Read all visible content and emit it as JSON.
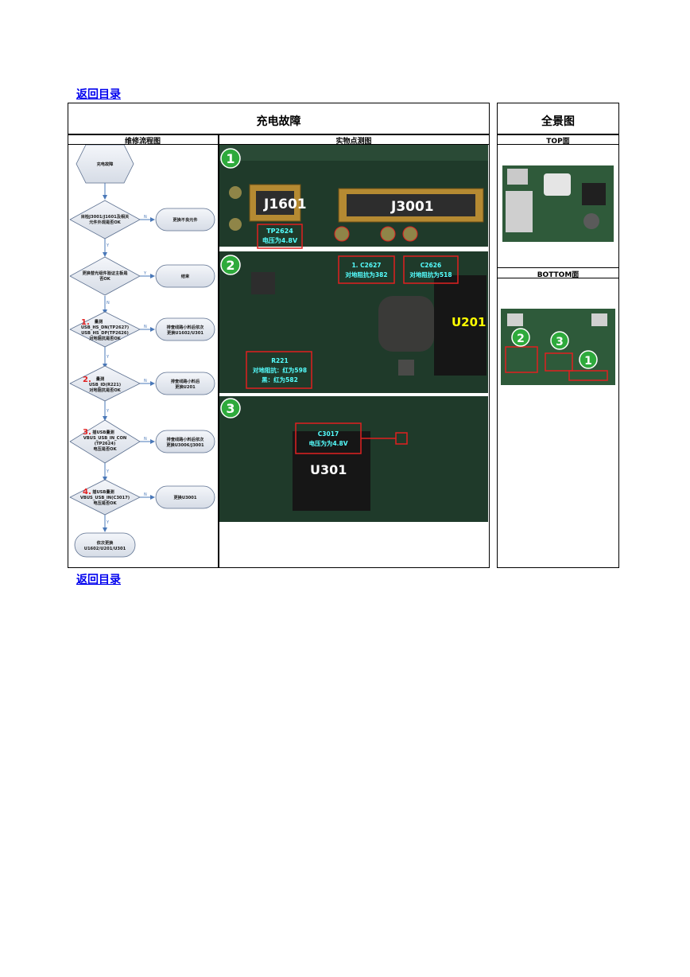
{
  "nav": {
    "back_label": "返回目录"
  },
  "main": {
    "title": "充电故障",
    "col_flow": "维修流程图",
    "col_photo": "实物点测图"
  },
  "side": {
    "title": "全景图",
    "top_label": "TOP面",
    "bottom_label": "BOTTOM面"
  },
  "flow": {
    "start": "充电故障",
    "d1": [
      "目检J3001/J1601及相关",
      "元件外观是否OK"
    ],
    "a1": "更换不良元件",
    "d2": [
      "更换替光组件验证主板是",
      "否OK"
    ],
    "a2": "结束",
    "d3_num": "1.",
    "d3": [
      "量测",
      "USB_HS_DN(TP2627)",
      "USB_HS_DP(TP2626)",
      "对地阻抗是否OK"
    ],
    "a3": [
      "排查线路小料后依次",
      "更换U1602/U301"
    ],
    "d4_num": "2.",
    "d4": [
      "量测",
      "USB_ID(R221)",
      "对地阻抗是否OK"
    ],
    "a4": [
      "排查线路小料后",
      "更换U201"
    ],
    "d5_num": "3.",
    "d5": [
      "插USB量测",
      "VBUS_USB_IN_CON",
      "(TP2624)",
      "电压是否OK"
    ],
    "a5": [
      "排查线路小料后依次",
      "更换U3006/J3001"
    ],
    "d6_num": "4.",
    "d6": [
      "插USB量测",
      "VBUS_USB_IN(C3017)",
      "电压是否OK"
    ],
    "a6": "更换U3001",
    "end": [
      "依次更换",
      "U1602/U201/U301"
    ],
    "yes": "Y",
    "no": "N"
  },
  "photo": {
    "p1_num": "1",
    "p1_j1601": "J1601",
    "p1_j3001": "J3001",
    "p1_tp": [
      "TP2624",
      "电压为4.8V"
    ],
    "p2_num": "2",
    "p2_c1": [
      "1. C2627",
      "对地阻抗为382"
    ],
    "p2_c2": [
      "C2626",
      "对地阻抗为518"
    ],
    "p2_u201": "U201",
    "p2_r221": [
      "R221",
      "对地阻抗：红为598",
      "黑：红为582"
    ],
    "p3_num": "3",
    "p3_c3017": [
      "C3017",
      "电压为为4.8V"
    ],
    "p3_u301": "U301"
  },
  "board": {
    "bottom_marks": [
      "2",
      "3",
      "1"
    ]
  }
}
